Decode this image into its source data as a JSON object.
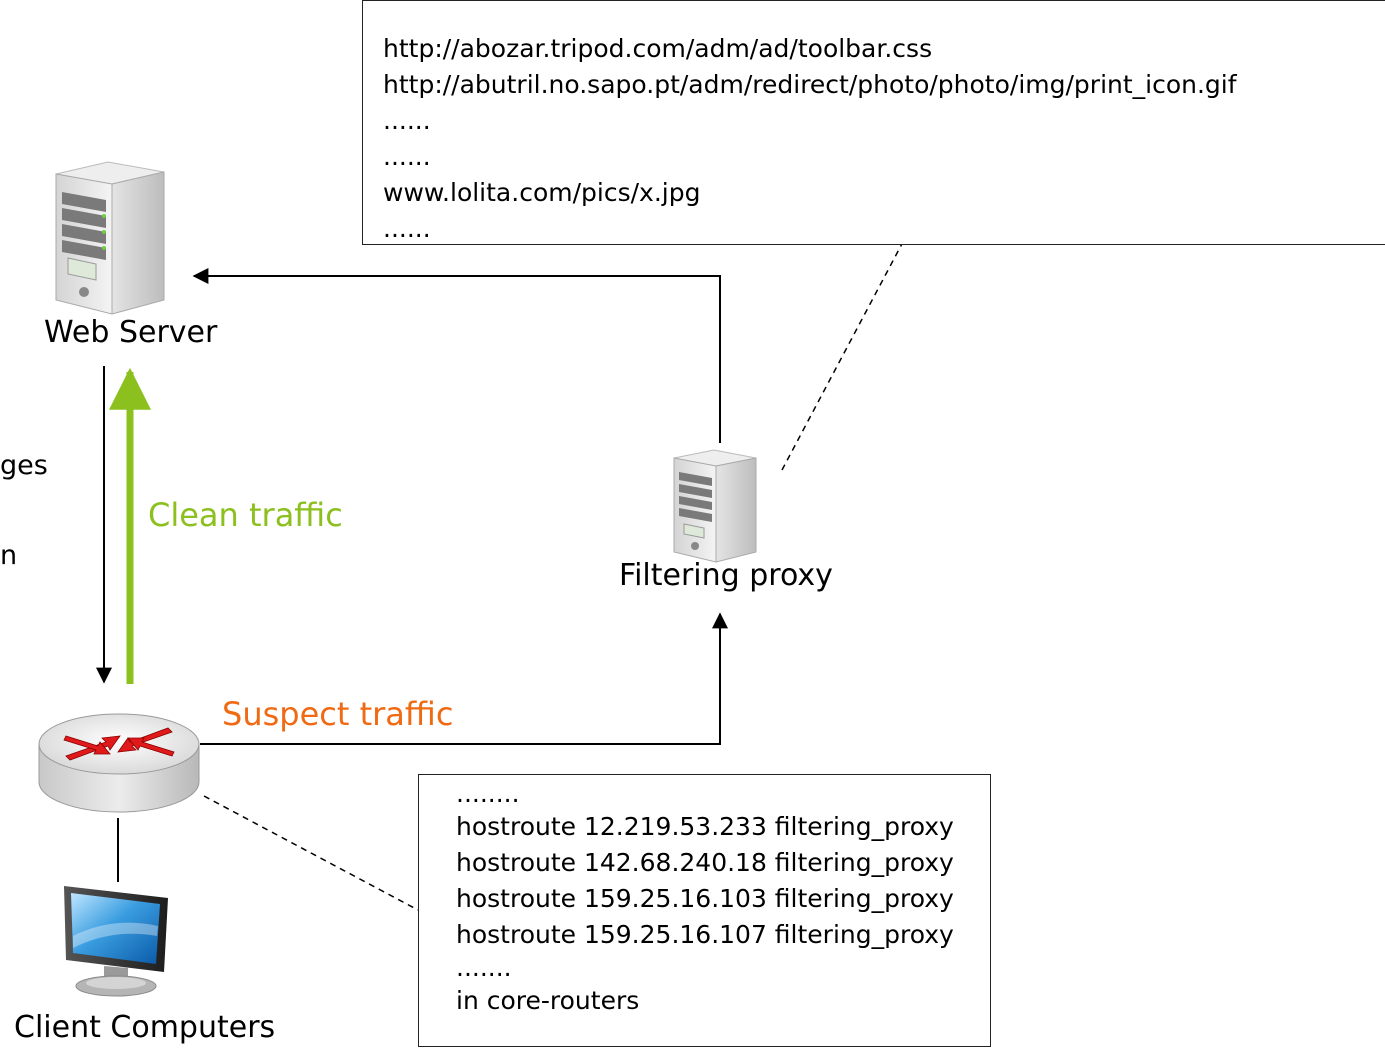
{
  "nodes": {
    "web_server": "Web Server",
    "filtering_proxy": "Filtering proxy",
    "client_computers": "Client Computers"
  },
  "flows": {
    "clean": "Clean traffic",
    "suspect": "Suspect traffic"
  },
  "cut_text": {
    "line1": "ges",
    "line2": "n"
  },
  "url_list": [
    "http://abozar.tripod.com/adm/ad/toolbar.css",
    "http://abutril.no.sapo.pt/adm/redirect/photo/photo/img/print_icon.gif",
    "......",
    "......",
    "www.lolita.com/pics/x.jpg",
    "......"
  ],
  "route_list": {
    "top": "........",
    "routes": [
      "hostroute 12.219.53.233 filtering_proxy",
      "hostroute 142.68.240.18 filtering_proxy",
      "hostroute 159.25.16.103 filtering_proxy",
      "hostroute 159.25.16.107 filtering_proxy"
    ],
    "bottom_dots": ".......",
    "footer": "in core-routers"
  },
  "colors": {
    "clean": "#8cc01e",
    "suspect": "#f06a14",
    "arrow": "#000000"
  },
  "icons": [
    "server-icon",
    "proxy-server-icon",
    "router-icon",
    "monitor-icon"
  ]
}
